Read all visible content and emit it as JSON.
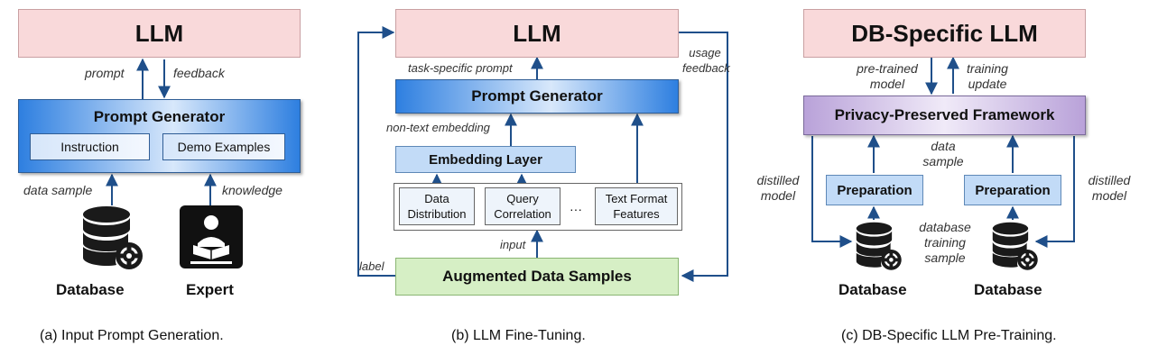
{
  "panel_a": {
    "llm": "LLM",
    "prompt": "prompt",
    "feedback": "feedback",
    "prompt_generator": "Prompt Generator",
    "instruction": "Instruction",
    "demo_examples": "Demo Examples",
    "data_sample": "data sample",
    "knowledge": "knowledge",
    "database": "Database",
    "expert": "Expert",
    "caption": "(a) Input Prompt Generation."
  },
  "panel_b": {
    "llm": "LLM",
    "task_specific_prompt": "task-specific prompt",
    "usage_feedback_1": "usage",
    "usage_feedback_2": "feedback",
    "prompt_generator": "Prompt Generator",
    "non_text_embedding": "non-text embedding",
    "embedding_layer": "Embedding Layer",
    "feature_1_line1": "Data",
    "feature_1_line2": "Distribution",
    "feature_2_line1": "Query",
    "feature_2_line2": "Correlation",
    "ellipsis": "···",
    "feature_3_line1": "Text Format",
    "feature_3_line2": "Features",
    "input": "input",
    "label": "label",
    "augmented_data_samples": "Augmented Data Samples",
    "caption": "(b) LLM Fine-Tuning."
  },
  "panel_c": {
    "llm": "DB-Specific LLM",
    "pretrained_1": "pre-trained",
    "pretrained_2": "model",
    "training_1": "training",
    "training_2": "update",
    "framework": "Privacy-Preserved Framework",
    "data_sample_1": "data",
    "data_sample_2": "sample",
    "distilled_left_1": "distilled",
    "distilled_left_2": "model",
    "distilled_right_1": "distilled",
    "distilled_right_2": "model",
    "preparation_left": "Preparation",
    "preparation_right": "Preparation",
    "db_training_1": "database",
    "db_training_2": "training",
    "db_training_3": "sample",
    "database_left": "Database",
    "database_right": "Database",
    "caption": "(c) DB-Specific LLM Pre-Training."
  }
}
